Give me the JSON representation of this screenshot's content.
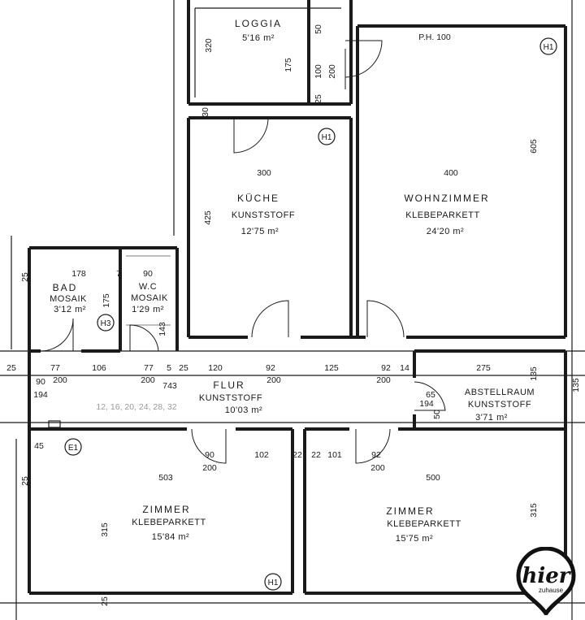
{
  "rooms": {
    "loggia": {
      "name": "LOGGIA",
      "area": "5'16 m²"
    },
    "kueche": {
      "name": "KÜCHE",
      "floor": "KUNSTSTOFF",
      "area": "12'75 m²"
    },
    "wohn": {
      "name": "WOHNZIMMER",
      "floor": "KLEBEPARKETT",
      "area": "24'20 m²"
    },
    "bad": {
      "name": "BAD",
      "floor": "MOSAIK",
      "area": "3'12 m²"
    },
    "wc": {
      "name": "W.C",
      "floor": "MOSAIK",
      "area": "1'29 m²"
    },
    "flur": {
      "name": "FLUR",
      "floor": "KUNSTSTOFF",
      "area": "10'03 m²"
    },
    "abstell": {
      "name": "ABSTELLRAUM",
      "floor": "KUNSTSTOFF",
      "area": "3'71 m²"
    },
    "zimmer1": {
      "name": "ZIMMER",
      "floor": "KLEBEPARKETT",
      "area": "15'84 m²"
    },
    "zimmer2": {
      "name": "ZIMMER",
      "floor": "KLEBEPARKETT",
      "area": "15'75 m²"
    }
  },
  "parapet": "P.H. 100",
  "symbols": {
    "h1": "H1",
    "h3": "H3",
    "e1": "E1"
  },
  "flur_note": "12, 16, 20, 24, 28, 32",
  "dimensions": {
    "d320": "320",
    "d516": "50",
    "d175a": "175",
    "d100": "100",
    "d200a": "200",
    "d25a": "25",
    "d30": "30",
    "d300": "300",
    "d400": "400",
    "d605": "605",
    "d425": "425",
    "d178": "178",
    "d7": "7",
    "d90a": "90",
    "d175b": "175",
    "d143": "143",
    "d25b": "25",
    "d25c": "25",
    "d90b": "90",
    "d77a": "77",
    "d106": "106",
    "d77b": "77",
    "d5": "5",
    "d120": "120",
    "d92a": "92",
    "d125": "125",
    "d92b": "92",
    "d14": "14",
    "d275": "275",
    "d135a": "135",
    "d200b": "200",
    "d200c": "200",
    "d743": "743",
    "d200d": "200",
    "d200e": "200",
    "d194a": "194",
    "d65": "65",
    "d194b": "194",
    "d50": "50",
    "d45": "45",
    "d90c": "90",
    "d102": "102",
    "d22a": "22",
    "d22b": "22",
    "d101": "101",
    "d92c": "92",
    "d200f": "200",
    "d200g": "200",
    "d503": "503",
    "d500": "500",
    "d315a": "315",
    "d315b": "315",
    "d25d": "25",
    "d25e": "25",
    "d135b": "135",
    "d25f": "25"
  },
  "logo": {
    "word": "hier",
    "tagline": "zuhause",
    "color": "#111111"
  }
}
